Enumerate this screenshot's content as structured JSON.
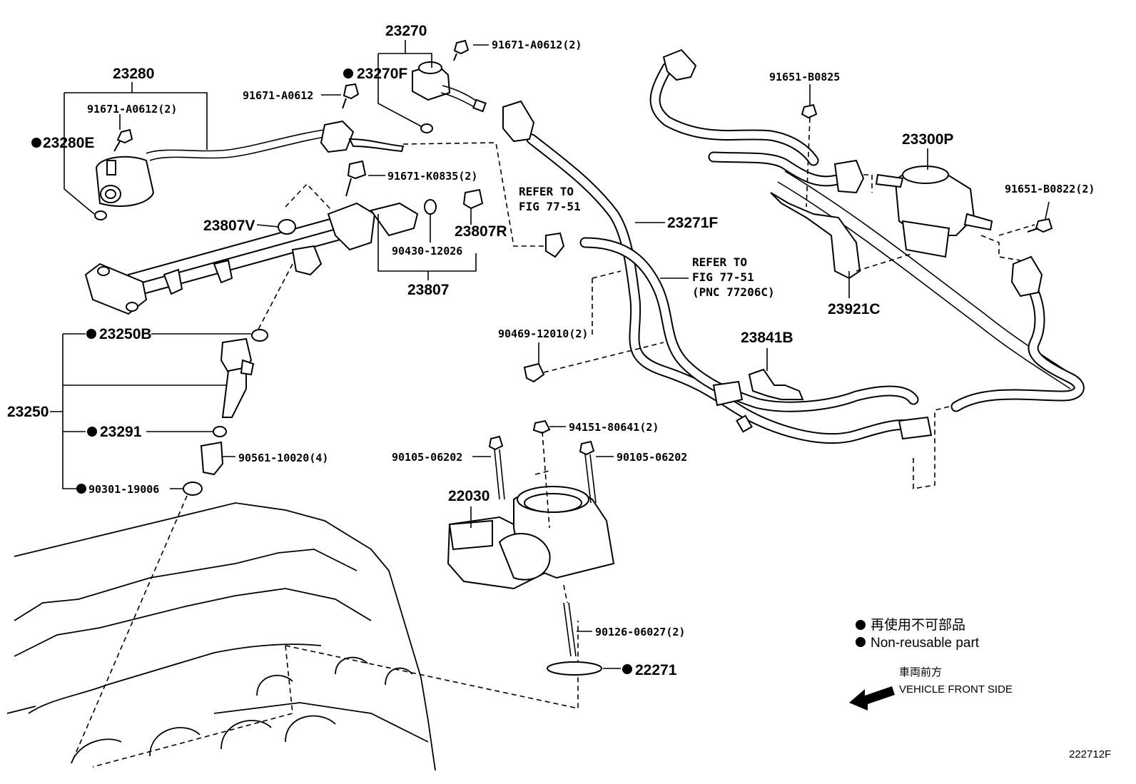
{
  "labels": {
    "l23280": "23280",
    "l23270": "23270",
    "l91671_a0612_2_top": "91671-A0612(2)",
    "l23270f": "23270F",
    "l91671_a0612": "91671-A0612",
    "l91671_a0612_2_left": "91671-A0612(2)",
    "l23280e": "23280E",
    "l91651_b0825": "91651-B0825",
    "l23300p": "23300P",
    "l91651_b0822_2": "91651-B0822(2)",
    "l91671_k0835_2": "91671-K0835(2)",
    "l23807v": "23807V",
    "l23807r": "23807R",
    "l90430_12026": "90430-12026",
    "l23807": "23807",
    "l23271f": "23271F",
    "l23921c": "23921C",
    "l90469_12010_2": "90469-12010(2)",
    "l23841b": "23841B",
    "l23250b": "23250B",
    "l23250": "23250",
    "l23291": "23291",
    "l90561_10020_4": "90561-10020(4)",
    "l90301_19006": "90301-19006",
    "l94151_80641_2": "94151-80641(2)",
    "l90105_06202_left": "90105-06202",
    "l90105_06202_right": "90105-06202",
    "l22030": "22030",
    "l90126_06027_2": "90126-06027(2)",
    "l22271": "22271"
  },
  "refs": {
    "refer1_line1": "REFER TO",
    "refer1_line2": "FIG 77-51",
    "refer2_line1": "REFER TO",
    "refer2_line2": "FIG 77-51",
    "refer2_line3": "(PNC 77206C)"
  },
  "legend": {
    "jp": "再使用不可部品",
    "en": "Non-reusable part"
  },
  "front": {
    "jp": "車両前方",
    "en": "VEHICLE FRONT SIDE"
  },
  "figure_id": "222712F"
}
